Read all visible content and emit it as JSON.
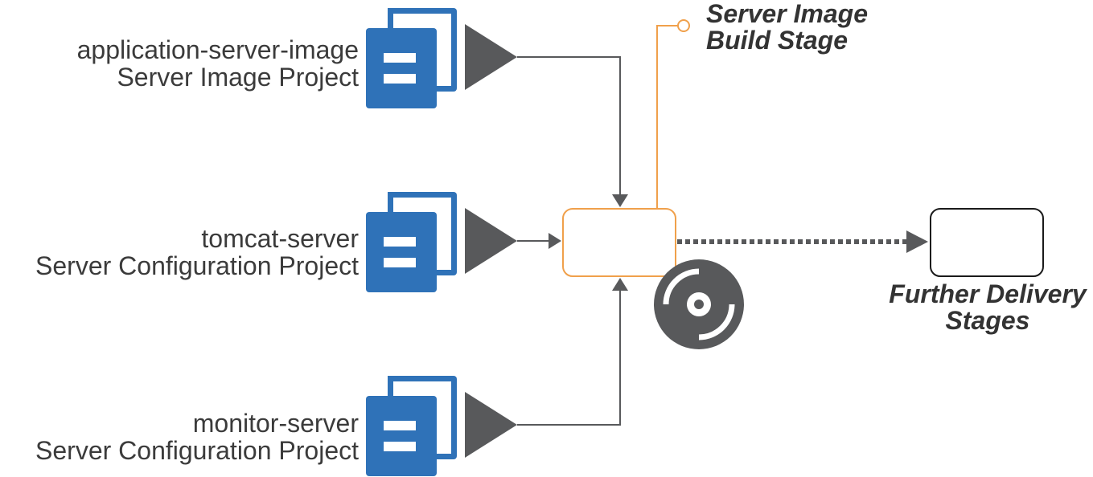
{
  "projects": [
    {
      "name": "application-server-image",
      "type": "Server Image Project"
    },
    {
      "name": "tomcat-server",
      "type": "Server Configuration Project"
    },
    {
      "name": "monitor-server",
      "type": "Server Configuration Project"
    }
  ],
  "build_stage": {
    "label_line1": "Server Image",
    "label_line2": "Build Stage"
  },
  "further_stage": {
    "label_line1": "Further Delivery",
    "label_line2": "Stages"
  },
  "icons": {
    "project": "document-stack-icon",
    "trigger": "play-triangle-icon",
    "artifact": "disc-image-icon"
  },
  "colors": {
    "project_blue": "#2f72b8",
    "arrow_gray": "#58595b",
    "stage_orange": "#f0a04b",
    "text": "#3b3b3b"
  }
}
